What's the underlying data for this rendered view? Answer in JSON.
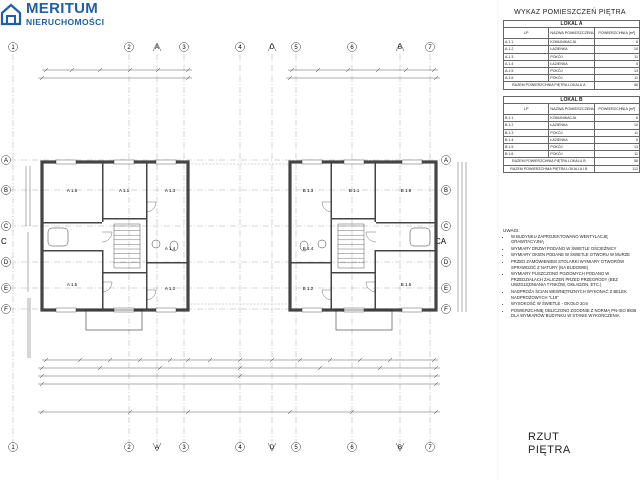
{
  "logo": {
    "brand": "MERITUM",
    "sub": "NIERUCHOMOŚCI",
    "color": "#1f5fa8",
    "icon": "house-outline-icon"
  },
  "schedule": {
    "title": "WYKAZ POMIESZCZEŃ PIĘTRA",
    "header": {
      "lp": "LP",
      "name": "NAZWA POMIESZCZENIA",
      "area": "POWIERZCHNIA [m²]"
    },
    "sections": [
      {
        "name": "LOKAL A",
        "rows": [
          {
            "lp": "A.1.1",
            "name": "KOMUNIKACJA",
            "area": "6"
          },
          {
            "lp": "A.1.2",
            "name": "ŁAZIENKA",
            "area": "10"
          },
          {
            "lp": "A.1.3",
            "name": "POKÓJ",
            "area": "11"
          },
          {
            "lp": "A.1.4",
            "name": "ŁAZIENKA",
            "area": "5"
          },
          {
            "lp": "A.1.5",
            "name": "POKÓJ",
            "area": "13"
          },
          {
            "lp": "A.1.6",
            "name": "POKÓJ",
            "area": "11"
          }
        ],
        "sum_label": "RAZEM POWIERZCHNIA PIĘTRA LOKALU A",
        "sum": "56"
      },
      {
        "name": "LOKAL B",
        "rows": [
          {
            "lp": "B.1.1",
            "name": "KOMUNIKACJA",
            "area": "6"
          },
          {
            "lp": "B.1.2",
            "name": "ŁAZIENKA",
            "area": "10"
          },
          {
            "lp": "B.1.3",
            "name": "POKÓJ",
            "area": "11"
          },
          {
            "lp": "B.1.4",
            "name": "ŁAZIENKA",
            "area": "5"
          },
          {
            "lp": "B.1.5",
            "name": "POKÓJ",
            "area": "13"
          },
          {
            "lp": "B.1.6",
            "name": "POKÓJ",
            "area": "11"
          }
        ],
        "sum_label": "RAZEM POWIERZCHNIA PIĘTRA LOKALU B",
        "sum": "56"
      }
    ],
    "total_label": "RAZEM POWIERZCHNIA PIĘTRA LOKALI A I B",
    "total": "112"
  },
  "notes": {
    "heading": "UWAGI:",
    "items": [
      "W BUDYNKU ZAPROJEKTOWANO WENTYLACJĘ GRAWITACYJNĄ",
      "WYMIARY DRZWI PODANO W ŚWIETLE OŚCIEŻNICY",
      "WYMIARY OKIEN PODANE W ŚWIETLE OTWORU W MURZE",
      "PRZED ZAMÓWIENIEM STOLARKI WYMIARY OTWORÓW SPRAWDZIĆ Z NATURY (NA BUDOWIE)",
      "WYMIARY PUSZCZONO POZIOMYCH PODANO W PRZEDZIAŁACH ZALICZEŃ PRZED PRZEGRODY (BEZ UWZGLĘDNIANIA TYNKÓW, OKŁADZIN, ETC.)",
      "NADPROŻA ŚCIAN WEWNĘTRZNYCH WYKONAĆ Z BELEK NADPROŻOWYCH \"L19\"",
      "WYSOKOŚĆ W ŚWIETLE - OKOŁO 2cm",
      "POWIERZCHNIĘ OBLICZONO ZGODNIE Z NORMĄ PN-ISO 9836 DLA WYMIARÓW BUDYNKU W STANIE WYKOŃCZENIA"
    ]
  },
  "drawing": {
    "title_line1": "RZUT",
    "title_line2": "PIĘTRA",
    "axes_top": [
      "1",
      "2",
      "A",
      "3",
      "4",
      "D",
      "5",
      "6",
      "B",
      "7"
    ],
    "axes_side": [
      "A",
      "B",
      "C",
      "D",
      "E",
      "F"
    ],
    "side_c_mark_left": "C",
    "side_c_mark_right": "CA",
    "room_labels_left": [
      "A 1.6",
      "A 1.3",
      "A 1.1",
      "A 1.4",
      "A 1.5",
      "A 1.2"
    ],
    "room_labels_right": [
      "B 1.6",
      "B 1.3",
      "B 1.1",
      "B 1.4",
      "B 1.5",
      "B 1.2"
    ],
    "colors": {
      "line": "#333333",
      "wall": "#444444",
      "axis": "#8a8a8a"
    }
  }
}
